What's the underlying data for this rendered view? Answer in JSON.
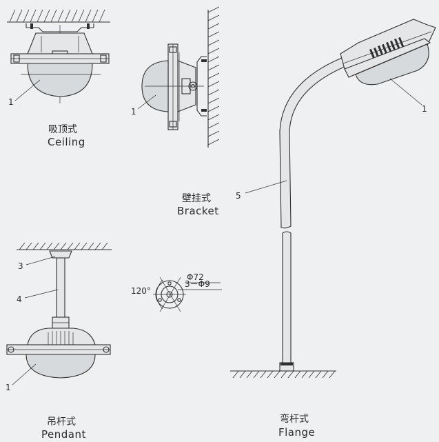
{
  "views": {
    "ceiling": {
      "label_zh": "吸顶式",
      "label_en": "Ceiling",
      "part": "1"
    },
    "bracket": {
      "label_zh": "壁挂式",
      "label_en": "Bracket",
      "part": "1"
    },
    "pendant": {
      "label_zh": "吊杆式",
      "label_en": "Pendant",
      "parts": [
        "3",
        "4",
        "1"
      ]
    },
    "flange": {
      "label_zh": "弯杆式",
      "label_en": "Flange",
      "parts": [
        "5",
        "1"
      ]
    }
  },
  "flange_plate": {
    "angle": "120°",
    "diameter": "Φ72",
    "holes": "3－Φ9"
  }
}
